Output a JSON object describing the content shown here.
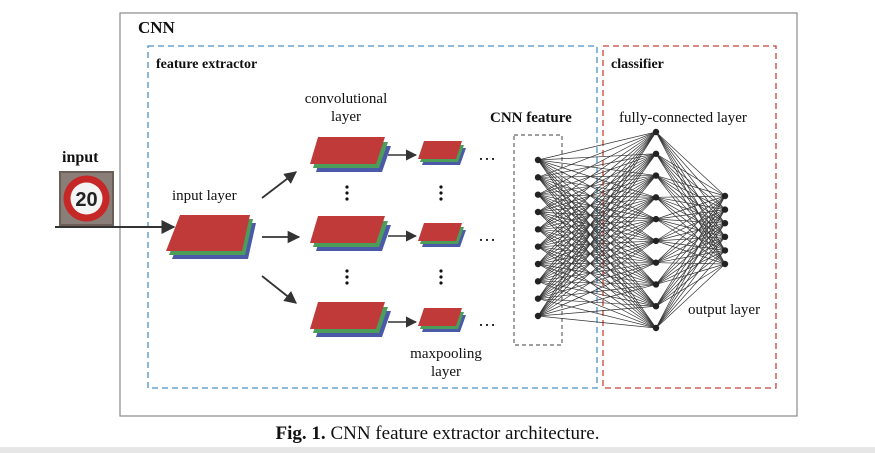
{
  "cnn_label": "CNN",
  "feature_extractor_label": "feature extractor",
  "classifier_label": "classifier",
  "input_label": "input",
  "sign_number": "20",
  "input_layer_label": "input layer",
  "conv_layer_label": [
    "convolutional",
    "layer"
  ],
  "maxpool_layer_label": [
    "maxpooling",
    "layer"
  ],
  "cnn_feature_label": "CNN feature",
  "fc_layer_label": "fully-connected layer",
  "output_layer_label": "output layer",
  "ellipsis": "…",
  "caption": {
    "fig": "Fig. 1.",
    "text": " CNN feature extractor architecture."
  },
  "colors": {
    "outer_border": "#8a8a8a",
    "feature_box": "#4a90c8",
    "classifier_box": "#c8423a",
    "cnn_feature_box": "#666666",
    "layer_red": "#c03a3a",
    "layer_green": "#4c9c5a",
    "layer_blue": "#4a5aa8",
    "arrow": "#333333",
    "sign_red": "#c62828"
  },
  "network": {
    "cnn_feature_nodes": 10,
    "fc_nodes": 10,
    "output_nodes": 6
  }
}
